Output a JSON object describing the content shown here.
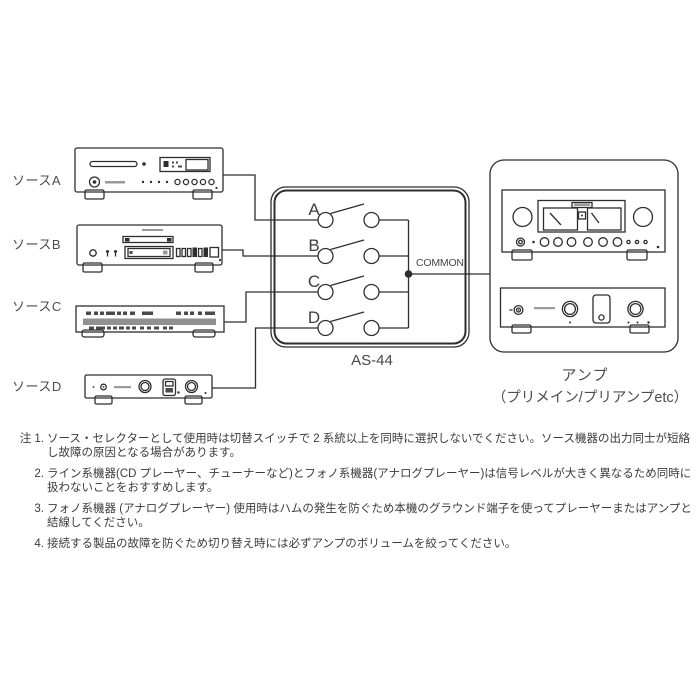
{
  "sources": [
    {
      "label": "ソースA",
      "letter": "A"
    },
    {
      "label": "ソースB",
      "letter": "B"
    },
    {
      "label": "ソースC",
      "letter": "C"
    },
    {
      "label": "ソースD",
      "letter": "D"
    }
  ],
  "switch_box": {
    "model": "AS-44",
    "common_label": "COMMON"
  },
  "amplifier": {
    "title": "アンプ",
    "subtitle": "（プリメイン/プリアンプetc）"
  },
  "colors": {
    "line": "#2e2e2e",
    "display_bar": "#909090",
    "text": "#3b3b3b"
  },
  "notes": [
    {
      "prefix": "注 1.",
      "text": "ソース・セレクターとして使用時は切替スイッチで 2 系統以上を同時に選択しないでください。ソース機器の出力同士が短絡し故障の原因となる場合があります。"
    },
    {
      "prefix": "2.",
      "text": "ライン系機器(CD プレーヤー、チューナーなど)とフォノ系機器(アナログプレーヤー)は信号レベルが大きく異なるため同時に扱わないことをおすすめします。"
    },
    {
      "prefix": "3.",
      "text": "フォノ系機器 (アナログプレーヤー) 使用時はハムの発生を防ぐため本機のグラウンド端子を使ってプレーヤーまたはアンプと結線してください。"
    },
    {
      "prefix": "4.",
      "text": "接続する製品の故障を防ぐため切り替え時には必ずアンプのボリュームを絞ってください。"
    }
  ]
}
